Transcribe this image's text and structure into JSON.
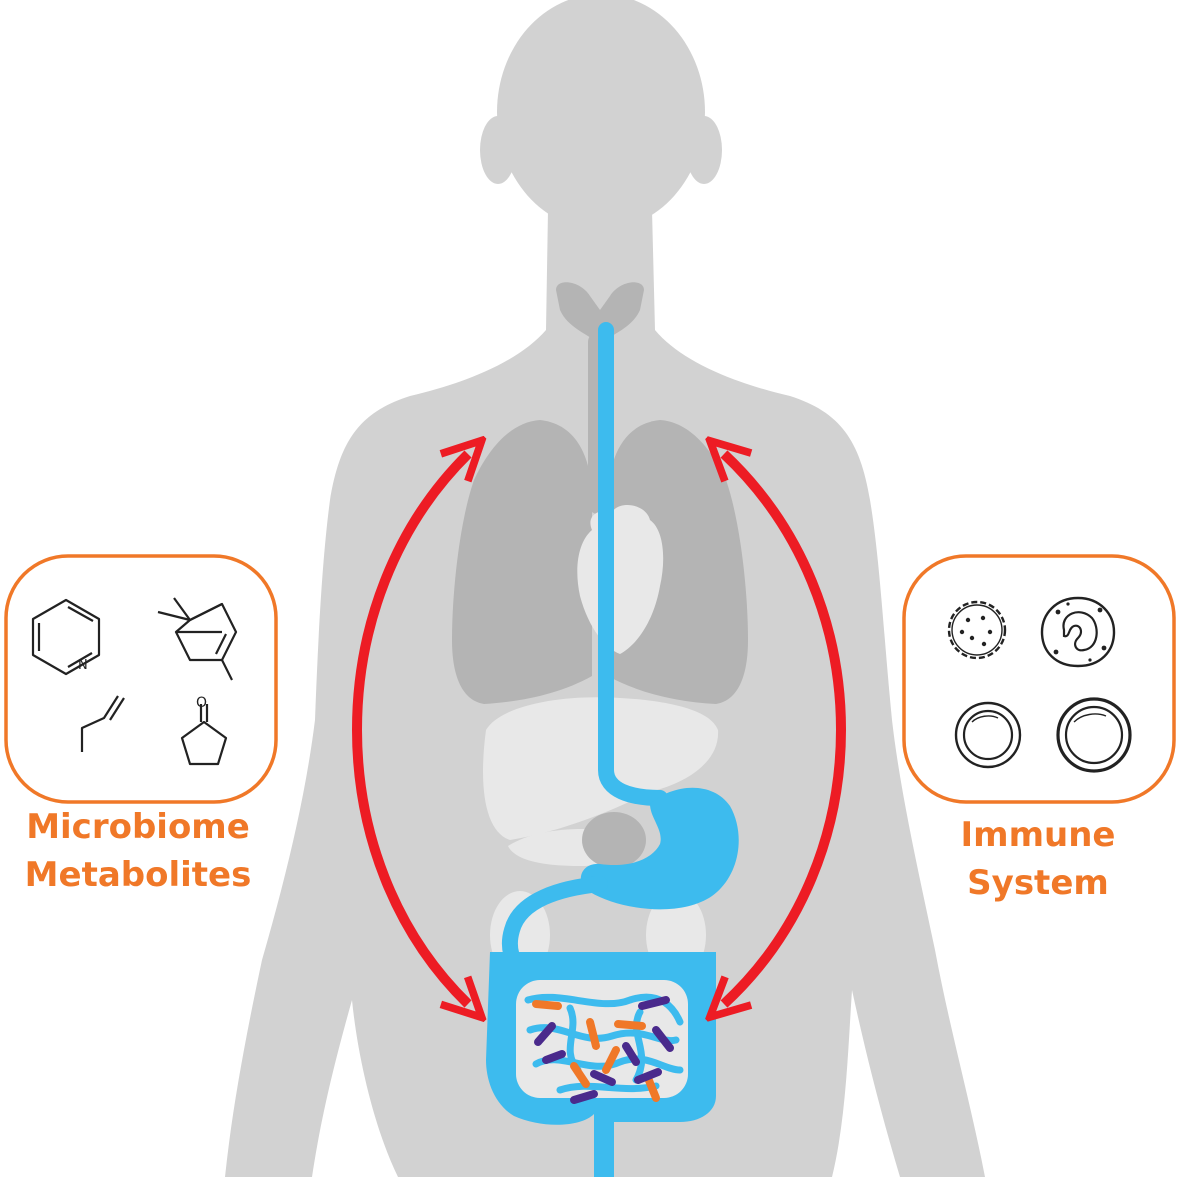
{
  "labels": {
    "left_line1": "Microbiome",
    "left_line2": "Metabolites",
    "right_line1": "Immune",
    "right_line2": "System"
  },
  "icons": {
    "left_panel": [
      "pyridine-molecule-icon",
      "pinene-molecule-icon",
      "butene-molecule-icon",
      "cyclopentanone-molecule-icon"
    ],
    "right_panel": [
      "basophil-cell-icon",
      "monocyte-cell-icon",
      "lymphocyte-cell-icon",
      "lymphocyte-cell-icon"
    ],
    "pyridine_atom_label": "N",
    "cyclopentanone_atom_label": "O"
  },
  "colors": {
    "body": "#d2d2d2",
    "organs_dark": "#b4b4b4",
    "organs_light": "#e8e8e8",
    "digestive_tract": "#3dbbee",
    "arrows": "#ed1c24",
    "accent": "#f07828",
    "bacteria_orange": "#f07828",
    "bacteria_purple": "#4a2a8c",
    "line_art": "#222222"
  }
}
